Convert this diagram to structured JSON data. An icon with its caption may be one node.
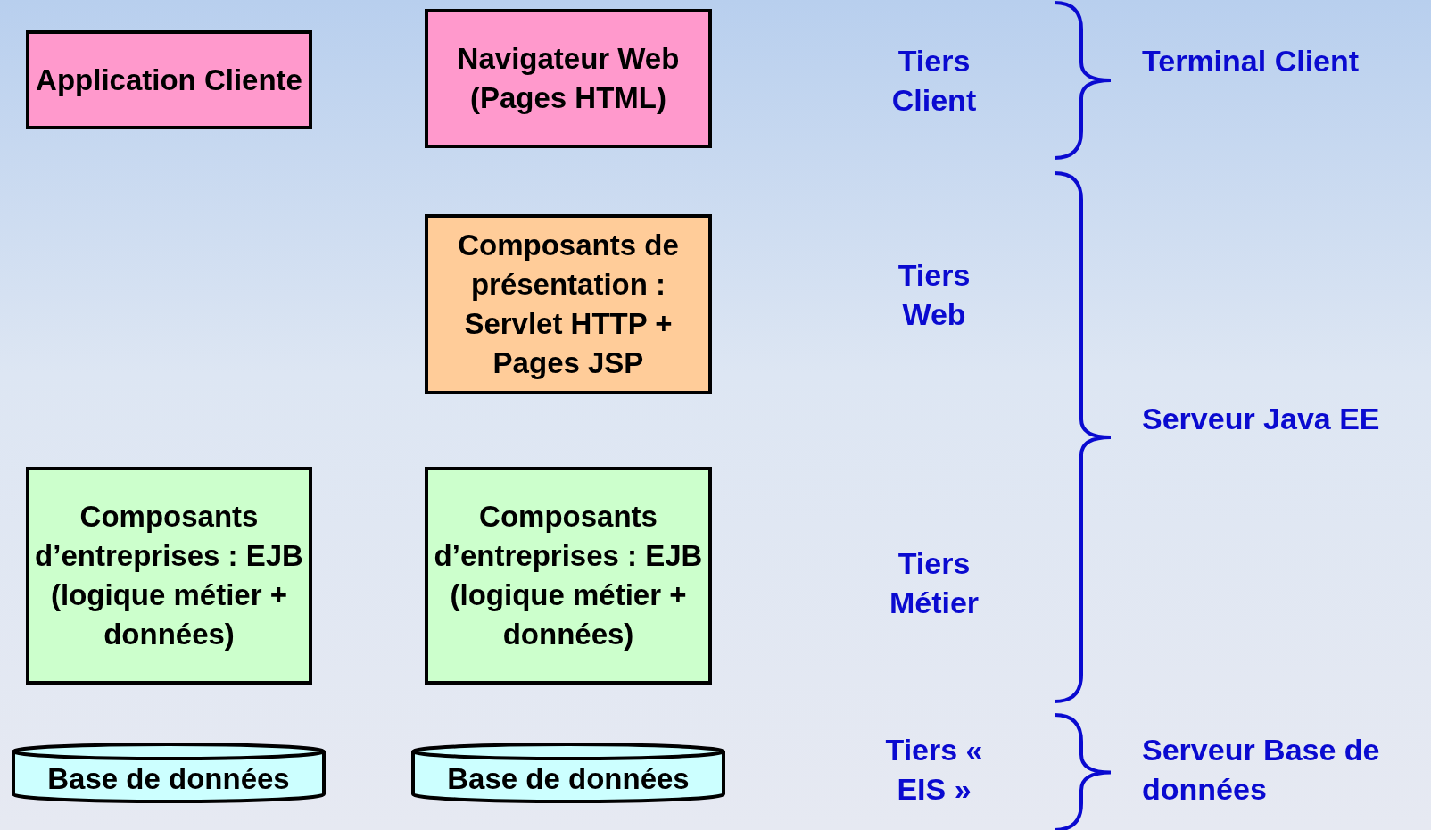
{
  "diagram": {
    "nodes": [
      {
        "text": [
          "Application Cliente"
        ]
      },
      {
        "text": [
          "Navigateur Web (Pages HTML)"
        ]
      },
      {
        "text": [
          "Composants de présentation : Servlet HTTP + Pages JSP"
        ]
      },
      {
        "text": [
          "Composants d’entreprises : EJB (logique métier + données)"
        ]
      },
      {
        "text": [
          "Composants d’entreprises : EJB (logique métier + données)"
        ]
      },
      {
        "text": [
          "Base de données"
        ]
      },
      {
        "text": [
          "Base de données"
        ]
      }
    ],
    "labels": [
      "Tiers Client",
      "Terminal Client",
      "Tiers Web",
      "Serveur Java EE",
      "Tiers Métier",
      "Tiers « EIS »",
      "Serveur Base de données"
    ]
  }
}
